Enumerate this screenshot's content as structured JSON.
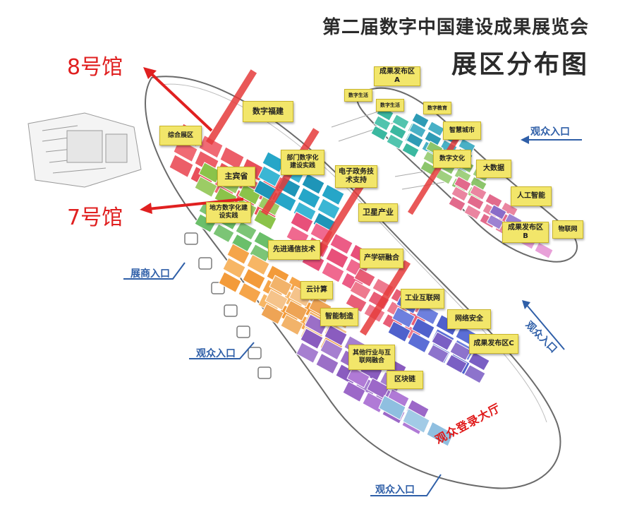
{
  "title": {
    "line1": "第二届数字中国建设成果展览会",
    "line2": "展区分布图"
  },
  "halls": {
    "hall8": "8号馆",
    "hall7": "7号馆"
  },
  "entrances": {
    "visitor_1": "观众入口",
    "visitor_2": "观众入口",
    "visitor_3": "观众入口",
    "visitor_4": "观众入口",
    "exhibitor": "展商入口"
  },
  "lobby": "观众登录大厅",
  "zones": {
    "digital_fujian": "数字福建",
    "comprehensive": "综合展区",
    "host_province": "主宾省",
    "dept_digital": "部门数字化建设实践",
    "e_gov": "电子政务技术支持",
    "local_digital": "地方数字化建设实践",
    "satellite": "卫星产业",
    "advanced_comm": "先进通信技术",
    "industry_univ": "产学研融合",
    "cloud": "云计算",
    "smart_mfg": "智能制造",
    "industrial_internet": "工业互联网",
    "network_security": "网络安全",
    "other_industries": "其他行业与互联网融合",
    "blockchain": "区块链",
    "results_a": "成果发布区A",
    "digital_life_1": "数字生活",
    "digital_life_2": "数字生活",
    "digital_edu": "数字教育",
    "smart_city": "智慧城市",
    "digital_culture": "数字文化",
    "big_data": "大数据",
    "ai": "人工智能",
    "results_b": "成果发布区B",
    "iot": "物联网",
    "results_c": "成果发布区C"
  },
  "colors": {
    "arrow_red": "#e02020",
    "entrance_blue": "#2f5fa8",
    "tag_yellow": "#f2e66a"
  }
}
